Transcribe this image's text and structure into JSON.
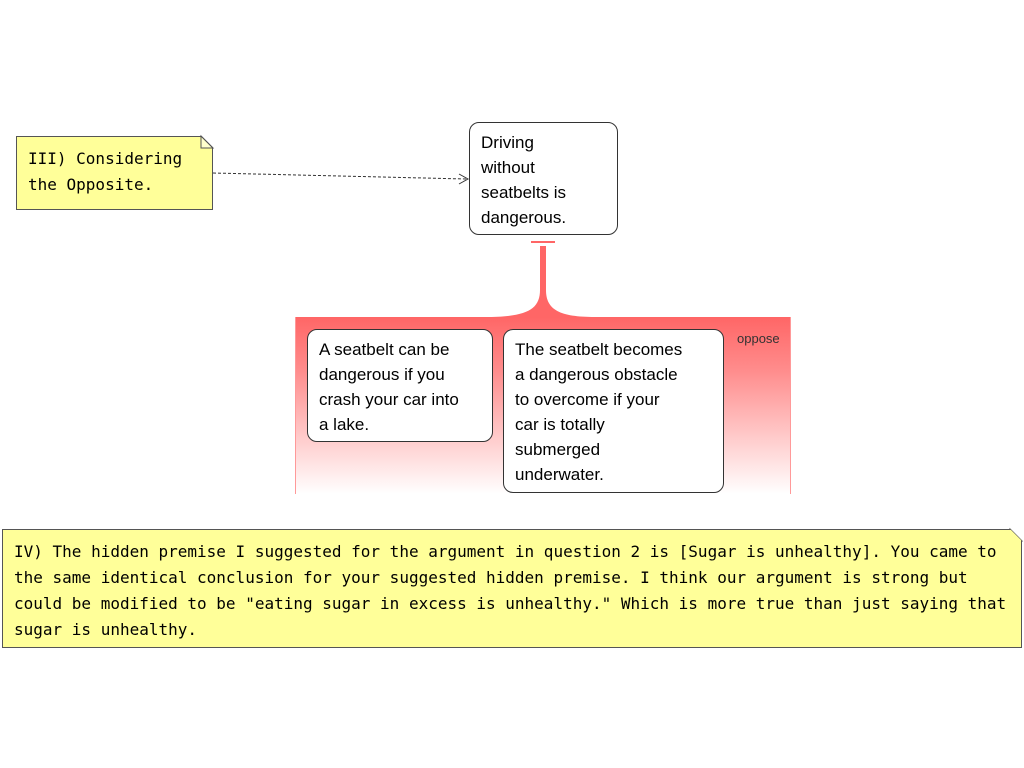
{
  "notes": {
    "considering_opposite": "III) Considering\nthe Opposite.",
    "hidden_premise": "IV) The hidden premise I suggested for the argument in question 2 is [Sugar is unhealthy]. You came to the same identical conclusion for your suggested hidden premise. I think our argument is strong but could be modified to be \"eating sugar in excess is unhealthy.\" Which is more true than just saying that sugar is unhealthy."
  },
  "claims": {
    "main": "Driving\nwithout\nseatbelts is\ndangerous.",
    "reason_1": "A seatbelt can be\ndangerous if you\ncrash your car into\na lake.",
    "reason_2": "The seatbelt becomes\na dangerous obstacle\nto overcome if your\ncar is totally\nsubmerged\nunderwater."
  },
  "oppose_label": "oppose",
  "colors": {
    "note_fill": "#ffff99",
    "oppose_red": "#ff6666",
    "claim_fill": "#ffffff"
  }
}
